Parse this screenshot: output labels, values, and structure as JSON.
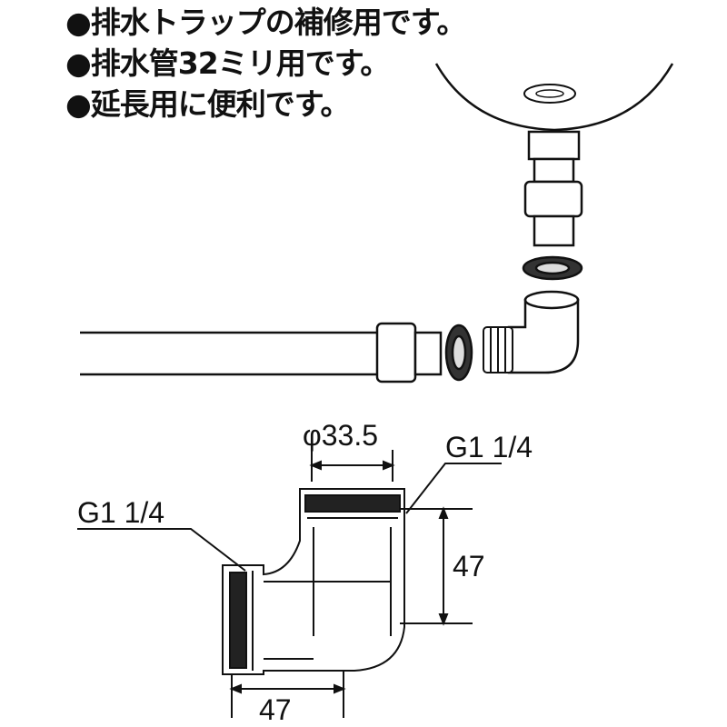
{
  "notes": [
    "●排水トラップの補修用です。",
    "●排水管32ミリ用です。",
    "●延長用に便利です。"
  ],
  "dimensions": {
    "diameter": "φ33.5",
    "thread_top": "G1 1/4",
    "thread_left": "G1 1/4",
    "height": "47",
    "width": "47"
  }
}
